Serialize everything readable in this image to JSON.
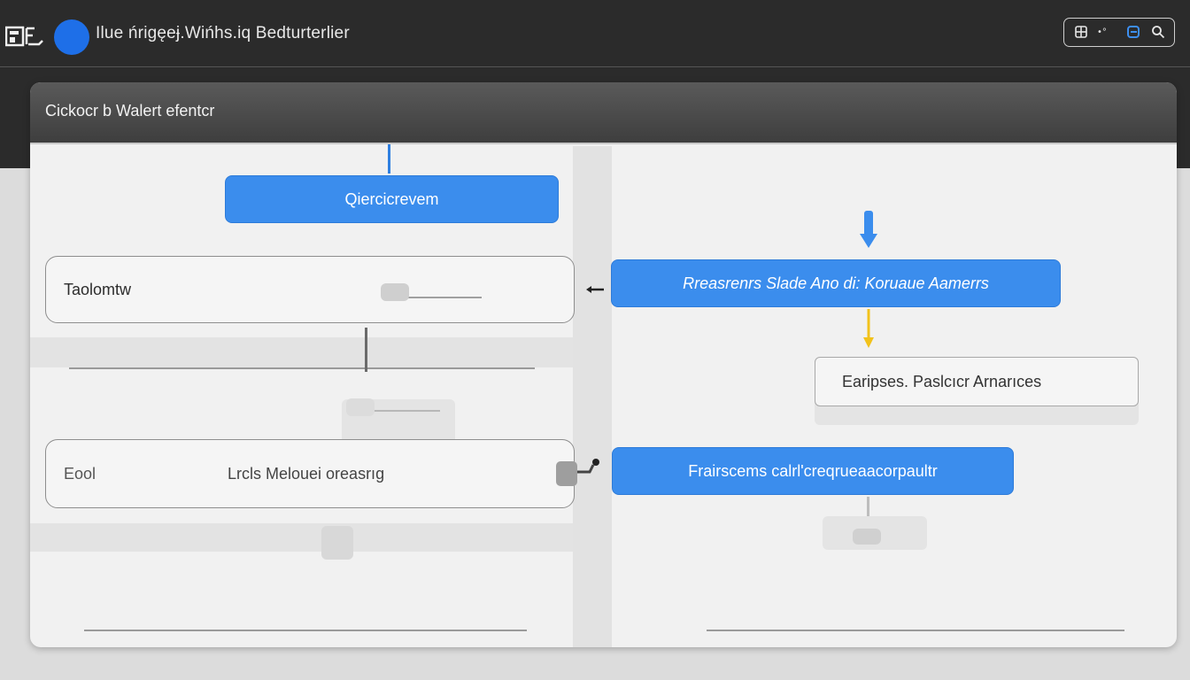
{
  "header": {
    "app_title": "Ilue ńrigęeɉ.Wińhs.iq Bedturterlier",
    "toolbar_icons": [
      "grid-icon",
      "info-icon",
      "edge-icon",
      "search-icon"
    ]
  },
  "panel": {
    "title": "Cickocr b Walert efentcr"
  },
  "left_column": {
    "top_button": "Qiercicrevem",
    "row1": {
      "label": "Taolomtw"
    },
    "row2": {
      "label": "Eool",
      "value": "Lrcls Melouei oreasrıg"
    }
  },
  "right_column": {
    "node1": "Rreasrenrs Slade Ano di: Koruaue Aamerrs",
    "node2": "Earipses. Paslcıcr Arnarıces",
    "node3": "Frairscems calrl'creqrueaacorpaultr"
  },
  "colors": {
    "accent_blue": "#3b8ded",
    "yellow_arrow": "#f2c21b",
    "topbar": "#2b2b2b"
  }
}
